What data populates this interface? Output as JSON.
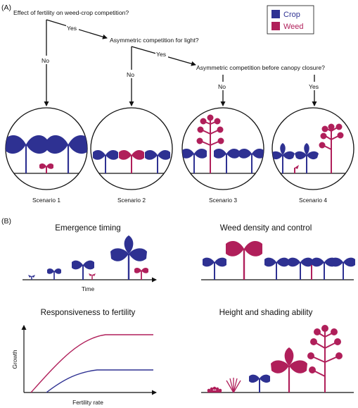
{
  "colors": {
    "crop": "#2e3192",
    "weed": "#b01f5a",
    "line": "#111111"
  },
  "panel_a": {
    "label": "(A)",
    "legend": {
      "crop": "Crop",
      "weed": "Weed"
    },
    "questions": [
      "Effect of fertility on weed-crop competition?",
      "Asymmetric competition for light?",
      "Asymmetric competition before canopy closure?"
    ],
    "yes": "Yes",
    "no": "No",
    "scenarios": [
      "Scenario 1",
      "Scenario 2",
      "Scenario 3",
      "Scenario 4"
    ]
  },
  "panel_b": {
    "label": "(B)",
    "titles": {
      "emergence": "Emergence timing",
      "density": "Weed density and control",
      "fertility": "Responsiveness to fertility",
      "height": "Height and shading ability"
    },
    "time_label": "Time",
    "growth_label": "Growth",
    "fertility_label": "Fertility rate"
  }
}
